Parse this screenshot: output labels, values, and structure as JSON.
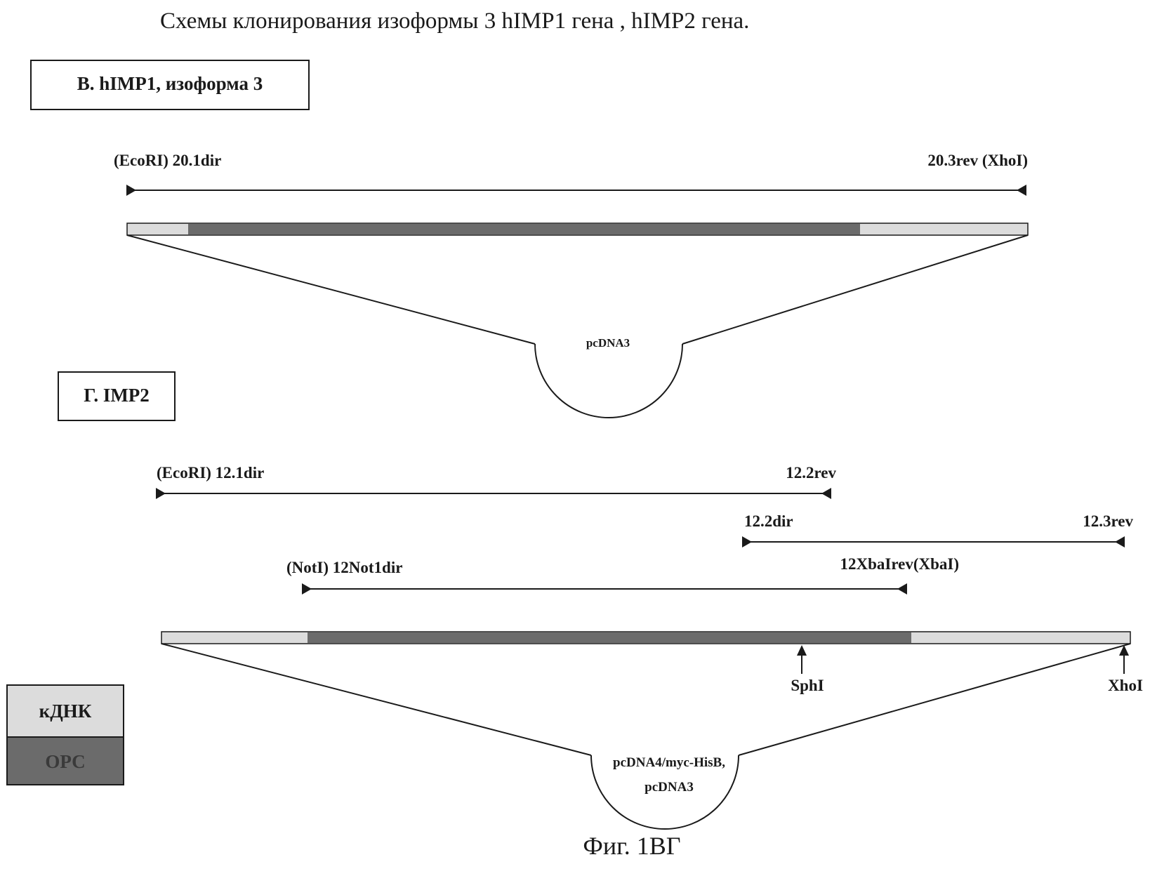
{
  "title": "Схемы клонирования изоформы 3  hIMP1 гена , hIMP2 гена.",
  "figure_caption": "Фиг. 1ВГ",
  "colors": {
    "line": "#1a1a1a",
    "cdna": "#dcdcdc",
    "orf": "#6b6b6b"
  },
  "panel_b": {
    "heading": "B. hIMP1, изоформа 3",
    "primer_left": "(EcoRI) 20.1dir",
    "primer_right": "20.3rev (XhoI)",
    "vector": "pcDNA3"
  },
  "panel_g": {
    "heading": "Г. IMP2",
    "primer1_left": "(EcoRI) 12.1dir",
    "primer1_right": "12.2rev",
    "primer2_left": "12.2dir",
    "primer2_right": "12.3rev",
    "primer3_left": "(NotI) 12Not1dir",
    "primer3_right": "12XbaIrev(XbaI)",
    "site1": "SphI",
    "site2": "XhoI",
    "vector_line1": "pcDNA4/myc-HisB,",
    "vector_line2": "pcDNA3"
  },
  "legend": {
    "cdna_label": "кДНК",
    "orf_label": "ОРС"
  }
}
